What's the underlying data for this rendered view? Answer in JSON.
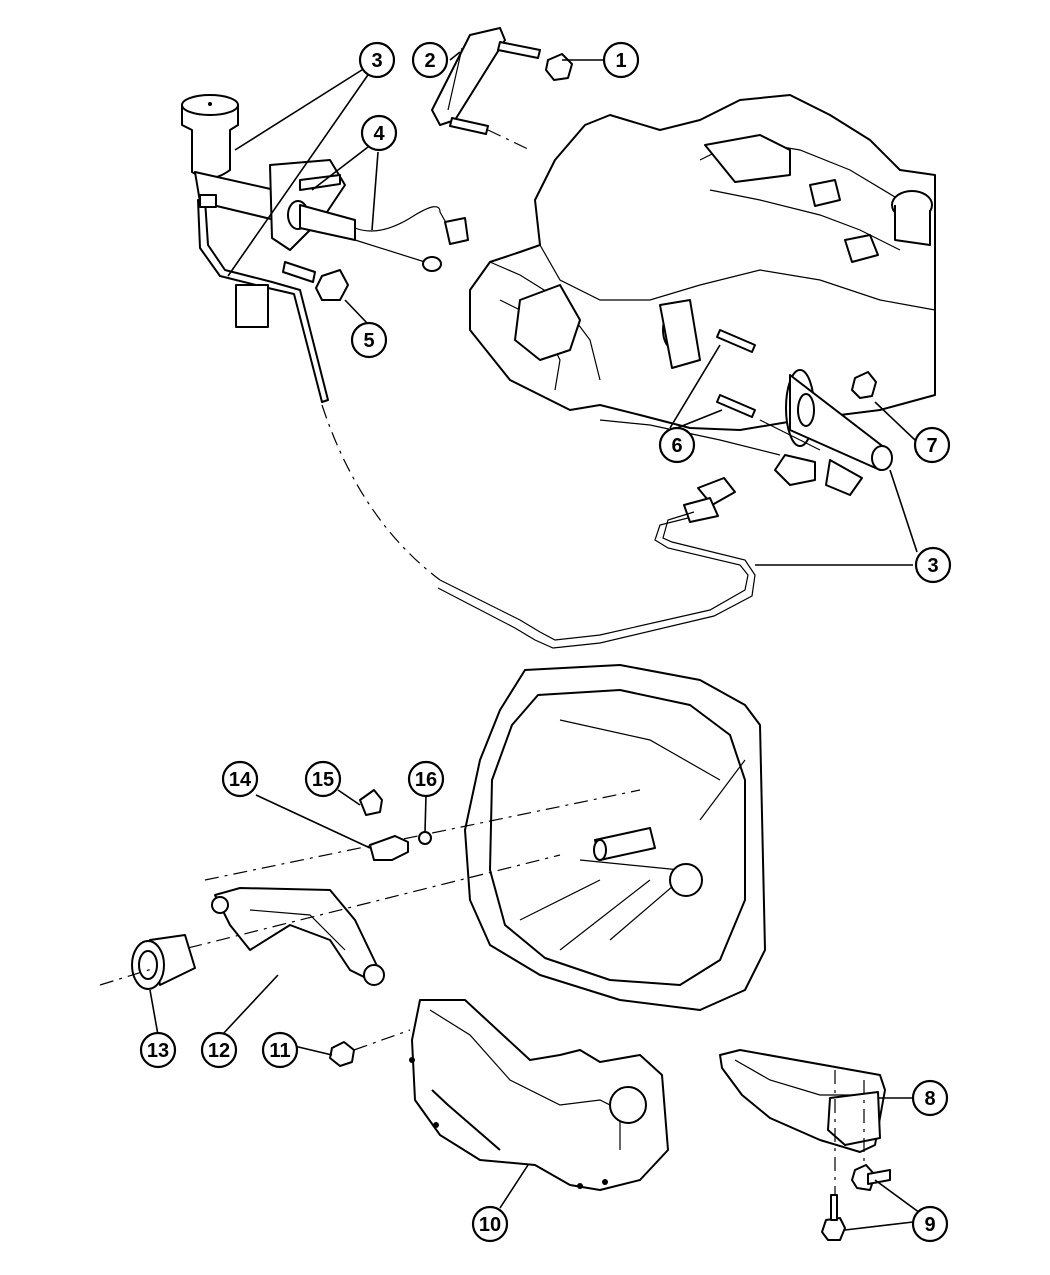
{
  "callouts": [
    {
      "label": "1"
    },
    {
      "label": "2"
    },
    {
      "label": "3"
    },
    {
      "label": "4"
    },
    {
      "label": "5"
    },
    {
      "label": "3"
    },
    {
      "label": "6"
    },
    {
      "label": "7"
    },
    {
      "label": "14"
    },
    {
      "label": "15"
    },
    {
      "label": "16"
    },
    {
      "label": "8"
    },
    {
      "label": "9"
    },
    {
      "label": "10"
    },
    {
      "label": "11"
    },
    {
      "label": "12"
    },
    {
      "label": "13"
    }
  ]
}
